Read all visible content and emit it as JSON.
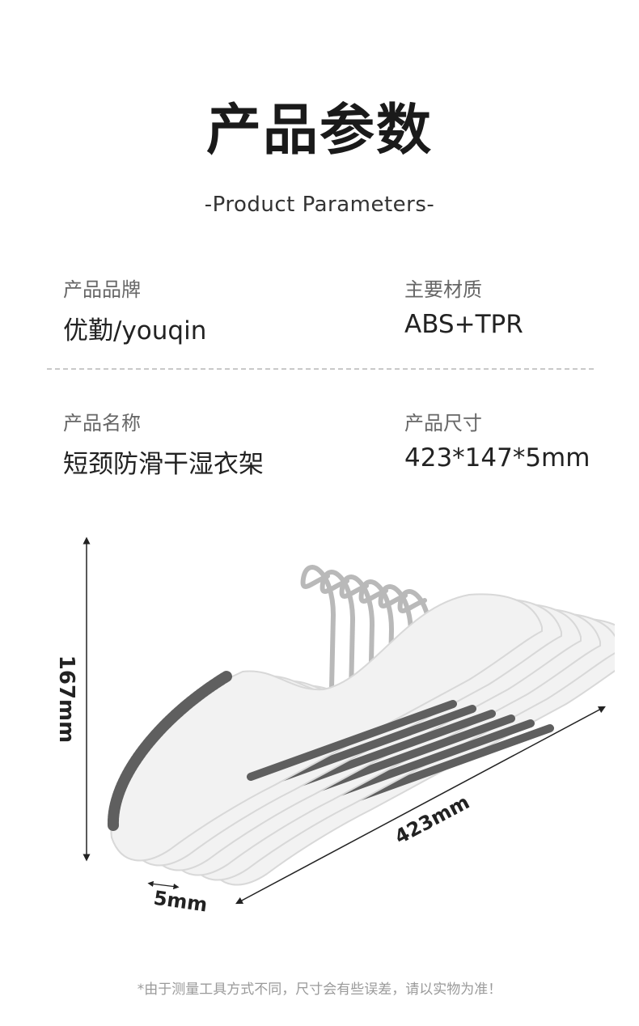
{
  "header": {
    "title": "产品参数",
    "subtitle": "-Product Parameters-"
  },
  "params": [
    {
      "label": "产品品牌",
      "value": "优勤/youqin"
    },
    {
      "label": "主要材质",
      "value": "ABS+TPR"
    },
    {
      "label": "产品名称",
      "value": "短颈防滑干湿衣架"
    },
    {
      "label": "产品尺寸",
      "value": "423*147*5mm"
    }
  ],
  "dimensions": {
    "height": "167mm",
    "width": "423mm",
    "thickness": "5mm"
  },
  "footnote": "*由于测量工具方式不同，尺寸会有些误差，请以实物为准！",
  "colors": {
    "grip": "#5f5f5f",
    "hanger_body": "#f2f2f2",
    "hook": "#b9b9b9"
  }
}
